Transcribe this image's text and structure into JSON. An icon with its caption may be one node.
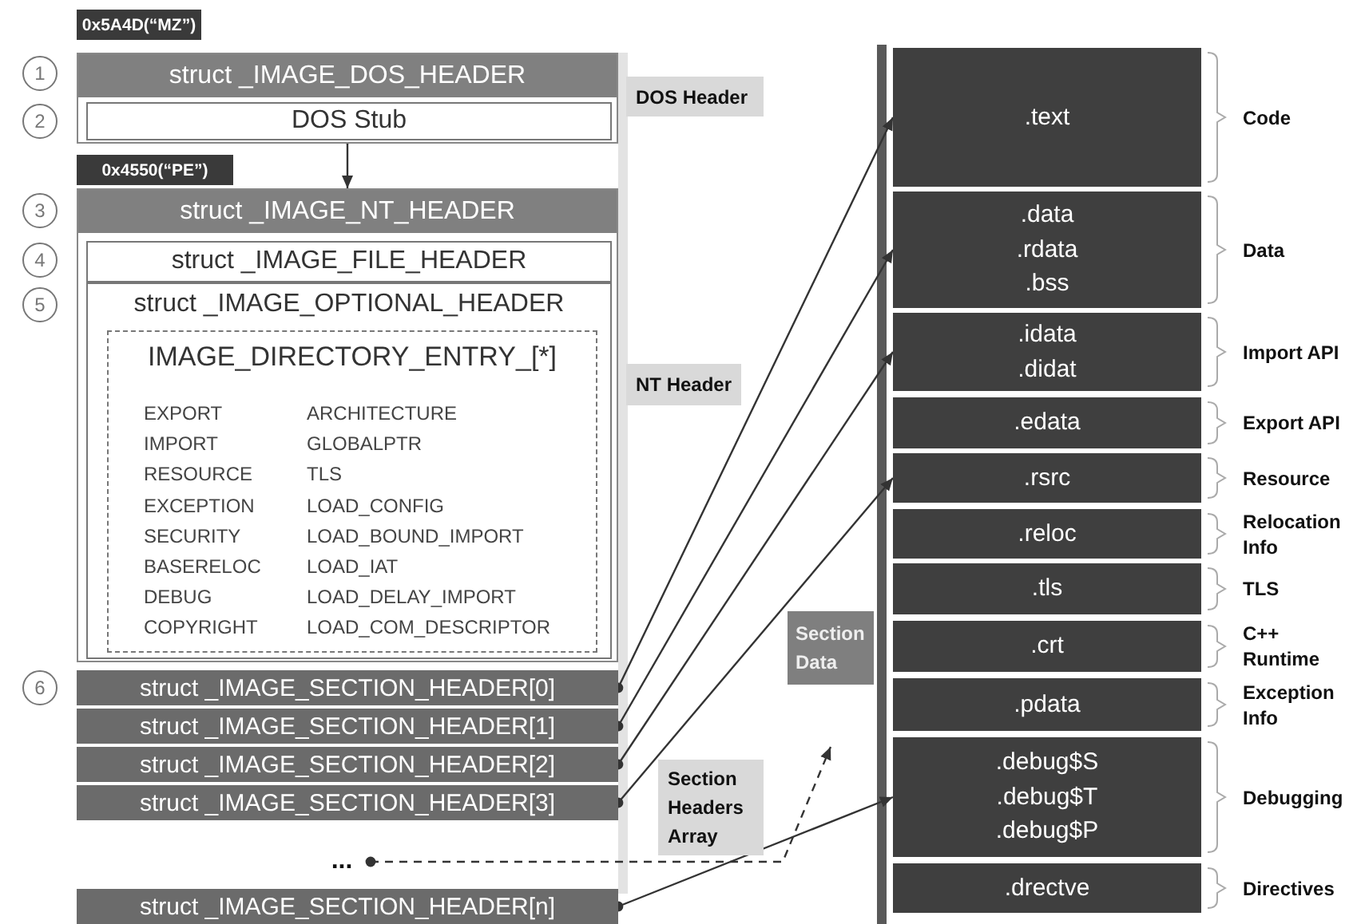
{
  "diagram": {
    "nodes": [
      {
        "text": [
          "0x5A4D(“MZ”)"
        ]
      },
      {
        "text": [
          "1"
        ]
      },
      {
        "text": [
          "struct _IMAGE_DOS_HEADER"
        ]
      },
      {
        "text": [
          "2"
        ]
      },
      {
        "text": [
          "DOS Stub"
        ],
        "in": 2
      },
      {
        "text": [
          "DOS Header"
        ]
      },
      {
        "text": [
          "0x4550(“PE”)"
        ]
      },
      {
        "text": [
          "3"
        ]
      },
      {
        "text": [
          "struct _IMAGE_NT_HEADER"
        ]
      },
      {
        "text": [
          "4"
        ]
      },
      {
        "text": [
          "struct _IMAGE_FILE_HEADER"
        ],
        "in": 8
      },
      {
        "text": [
          "5"
        ]
      },
      {
        "text": [
          "struct _IMAGE_OPTIONAL_HEADER"
        ],
        "in": 8
      },
      {
        "text": [
          "IMAGE_DIRECTORY_ENTRY_[*]",
          "EXPORT",
          "ARCHITECTURE",
          "IMPORT",
          "GLOBALPTR",
          "RESOURCE",
          "TLS",
          "EXCEPTION",
          "LOAD_CONFIG",
          "SECURITY",
          "LOAD_BOUND_IMPORT",
          "BASERELOC",
          "LOAD_IAT",
          "DEBUG",
          "LOAD_DELAY_IMPORT",
          "COPYRIGHT",
          "LOAD_COM_DESCRIPTOR"
        ],
        "in": 12
      },
      {
        "text": [
          "NT Header"
        ]
      },
      {
        "text": [
          "6"
        ]
      },
      {
        "text": [
          "struct _IMAGE_SECTION_HEADER[0]"
        ]
      },
      {
        "text": [
          "struct _IMAGE_SECTION_HEADER[1]"
        ]
      },
      {
        "text": [
          "struct _IMAGE_SECTION_HEADER[2]"
        ]
      },
      {
        "text": [
          "struct _IMAGE_SECTION_HEADER[3]"
        ]
      },
      {
        "text": [
          "Section Headers Array"
        ]
      },
      {
        "text": [
          "..."
        ]
      },
      {
        "text": [
          "struct _IMAGE_SECTION_HEADER[n]"
        ]
      },
      {
        "text": [
          "Section Data"
        ]
      },
      {
        "text": [
          ".text"
        ]
      },
      {
        "text": [
          ".data",
          ".rdata",
          ".bss"
        ]
      },
      {
        "text": [
          ".idata",
          ".didat"
        ]
      },
      {
        "text": [
          ".edata"
        ]
      },
      {
        "text": [
          ".rsrc"
        ]
      },
      {
        "text": [
          ".reloc"
        ]
      },
      {
        "text": [
          ".tls"
        ]
      },
      {
        "text": [
          ".crt"
        ]
      },
      {
        "text": [
          ".pdata"
        ]
      },
      {
        "text": [
          ".debug$S",
          ".debug$T",
          ".debug$P"
        ]
      },
      {
        "text": [
          ".drectve"
        ]
      }
    ],
    "edges": [
      {
        "from": 4,
        "to": 8,
        "arrow": "to"
      },
      {
        "from": 16,
        "to": 24,
        "arrow": "to"
      },
      {
        "from": 17,
        "to": 25,
        "arrow": "to"
      },
      {
        "from": 18,
        "to": 26,
        "arrow": "to"
      },
      {
        "from": 19,
        "to": 28,
        "arrow": "to"
      },
      {
        "from": 21,
        "to": null,
        "arrow": "to",
        "style": "dashed"
      },
      {
        "from": 22,
        "to": 33,
        "arrow": "to"
      }
    ],
    "labels": [
      "Code",
      "Data",
      "Import API",
      "Export API",
      "Resource",
      "Relocation Info",
      "TLS",
      "C++ Runtime",
      "Exception Info",
      "Debugging",
      "Directives"
    ]
  }
}
